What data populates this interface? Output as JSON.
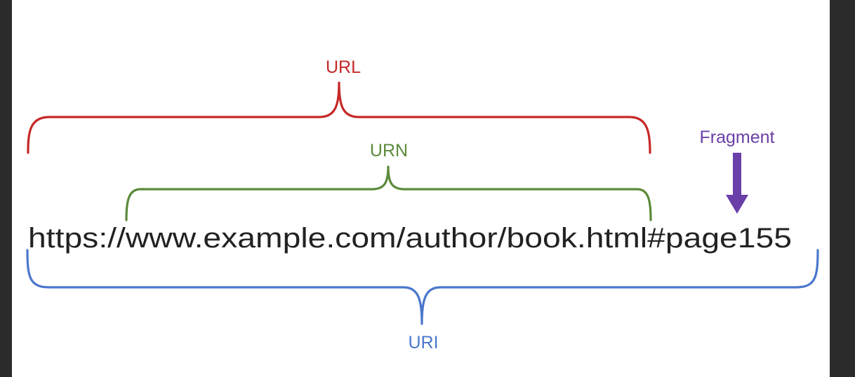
{
  "diagram": {
    "url_string": "https://www.example.com/author/book.html#page155",
    "labels": {
      "url": "URL",
      "urn": "URN",
      "fragment": "Fragment",
      "uri": "URI"
    },
    "colors": {
      "url": "#c62828",
      "urn": "#5b8a3a",
      "fragment": "#6a3fa8",
      "uri": "#4a77cc",
      "text": "#222222",
      "background": "#ffffff",
      "frame": "#2b2b2b"
    }
  }
}
